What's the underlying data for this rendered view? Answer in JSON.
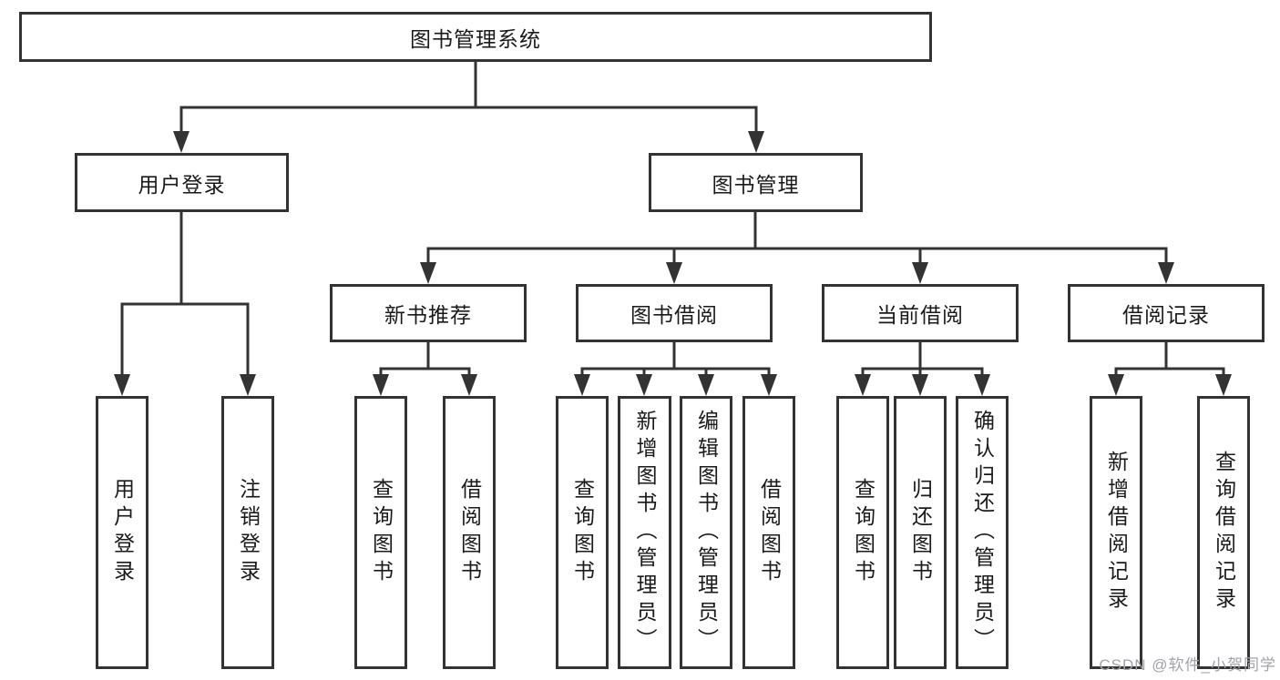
{
  "diagram": {
    "tree": {
      "root": "图书管理系统",
      "branches": [
        {
          "label": "用户登录",
          "children": [
            "用户登录",
            "注销登录"
          ]
        },
        {
          "label": "图书管理",
          "children": [
            {
              "label": "新书推荐",
              "children": [
                "查询图书",
                "借阅图书"
              ]
            },
            {
              "label": "图书借阅",
              "children": [
                "查询图书",
                "新增图书（管理员）",
                "编辑图书（管理员）",
                "借阅图书"
              ]
            },
            {
              "label": "当前借阅",
              "children": [
                "查询图书",
                "归还图书",
                "确认归还（管理员）"
              ]
            },
            {
              "label": "借阅记录",
              "children": [
                "新增借阅记录",
                "查询借阅记录"
              ]
            }
          ]
        }
      ]
    }
  },
  "watermark": "CSDN @软件_小贺同学",
  "colors": {
    "line": "#333333",
    "box_border": "#333333",
    "text": "#1a1a1a",
    "background": "#ffffff",
    "watermark_text": "#a2a2aa"
  }
}
